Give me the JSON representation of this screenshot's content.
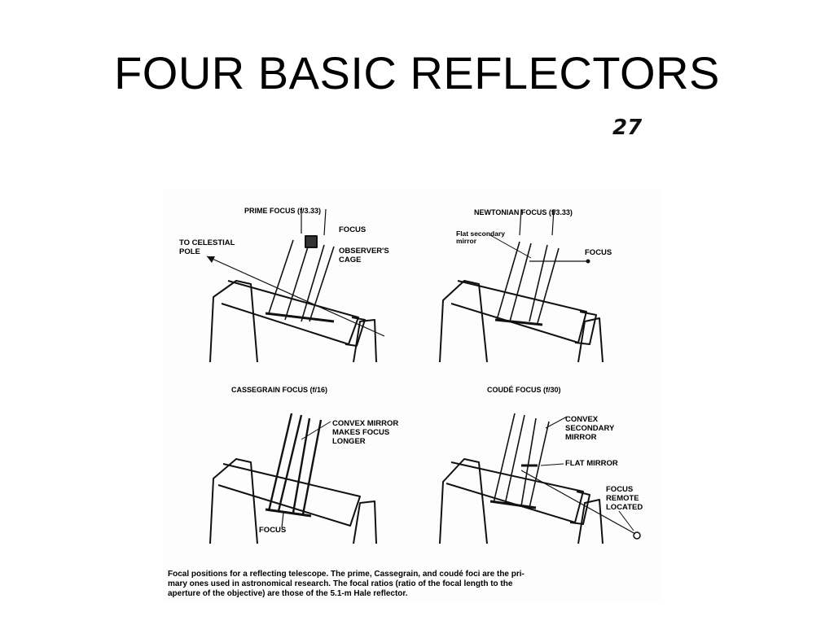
{
  "slide": {
    "title": "FOUR BASIC REFLECTORS",
    "page_number": "27"
  },
  "panels": {
    "prime": {
      "title": "PRIME FOCUS (f/3.33)",
      "labels": {
        "focus": "FOCUS",
        "cage": [
          "OBSERVER'S",
          "CAGE"
        ],
        "pole": [
          "TO CELESTIAL",
          "POLE"
        ]
      }
    },
    "newtonian": {
      "title": "NEWTONIAN FOCUS (f/3.33)",
      "labels": {
        "secondary": [
          "Flat secondary",
          "mirror"
        ],
        "focus": "FOCUS"
      }
    },
    "cassegrain": {
      "title": "CASSEGRAIN FOCUS (f/16)",
      "labels": {
        "convex": [
          "CONVEX MIRROR",
          "MAKES FOCUS",
          "LONGER"
        ],
        "focus": "FOCUS"
      }
    },
    "coude": {
      "title": "COUDÉ FOCUS (f/30)",
      "labels": {
        "convex": [
          "CONVEX",
          "SECONDARY",
          "MIRROR"
        ],
        "flat": "FLAT MIRROR",
        "remote": [
          "FOCUS",
          "REMOTE",
          "LOCATED"
        ]
      }
    }
  },
  "caption": [
    "Focal positions for a reflecting telescope. The prime, Cassegrain, and coudé foci are the pri-",
    "mary ones used in astronomical research. The focal ratios (ratio of the focal length to the",
    "aperture of the objective) are those of the 5.1-m Hale reflector."
  ]
}
